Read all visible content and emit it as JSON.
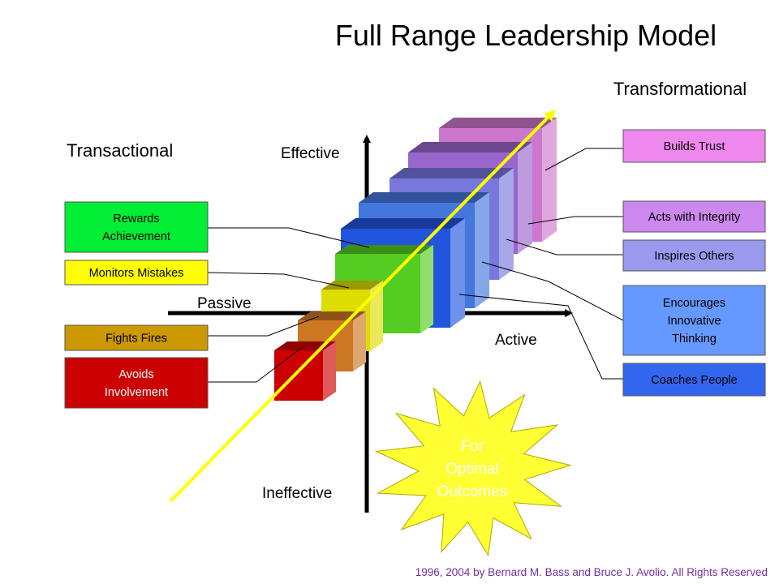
{
  "title": "Full Range Leadership Model",
  "headings": {
    "transactional": "Transactional",
    "transformational": "Transformational"
  },
  "axes": {
    "effective": "Effective",
    "ineffective": "Ineffective",
    "passive": "Passive",
    "active": "Active"
  },
  "left_boxes": [
    {
      "lines": [
        "Rewards",
        "Achievement"
      ],
      "fill": "#00ee33"
    },
    {
      "lines": [
        "Monitors Mistakes"
      ],
      "fill": "#ffff00"
    },
    {
      "lines": [
        "Fights Fires"
      ],
      "fill": "#cc9900"
    },
    {
      "lines": [
        "Avoids",
        "Involvement"
      ],
      "fill": "#cc0000",
      "text_color": "#ffffff"
    }
  ],
  "right_boxes": [
    {
      "lines": [
        "Builds Trust"
      ],
      "fill": "#ee88ee"
    },
    {
      "lines": [
        "Acts with Integrity"
      ],
      "fill": "#cc88ee"
    },
    {
      "lines": [
        "Inspires Others"
      ],
      "fill": "#9999ee"
    },
    {
      "lines": [
        "Encourages",
        "Innovative",
        "Thinking"
      ],
      "fill": "#6699ff"
    },
    {
      "lines": [
        "Coaches People"
      ],
      "fill": "#3366ee"
    }
  ],
  "starburst": {
    "lines": [
      "For",
      "Optimal",
      "Outcomes"
    ],
    "fill": "#ffff33",
    "text_color": "#ffffff"
  },
  "copyright": "1996, 2004 by Bernard M.  Bass and Bruce J. Avolio. All Rights Reserved",
  "colors": {
    "blocks": [
      "#cc0000",
      "#cc7722",
      "#dddd00",
      "#55cc22",
      "#2255dd",
      "#4477dd",
      "#7777dd",
      "#9966cc",
      "#cc77cc"
    ],
    "diagonal_arrow": "#ffff00",
    "axes": "#000000"
  }
}
